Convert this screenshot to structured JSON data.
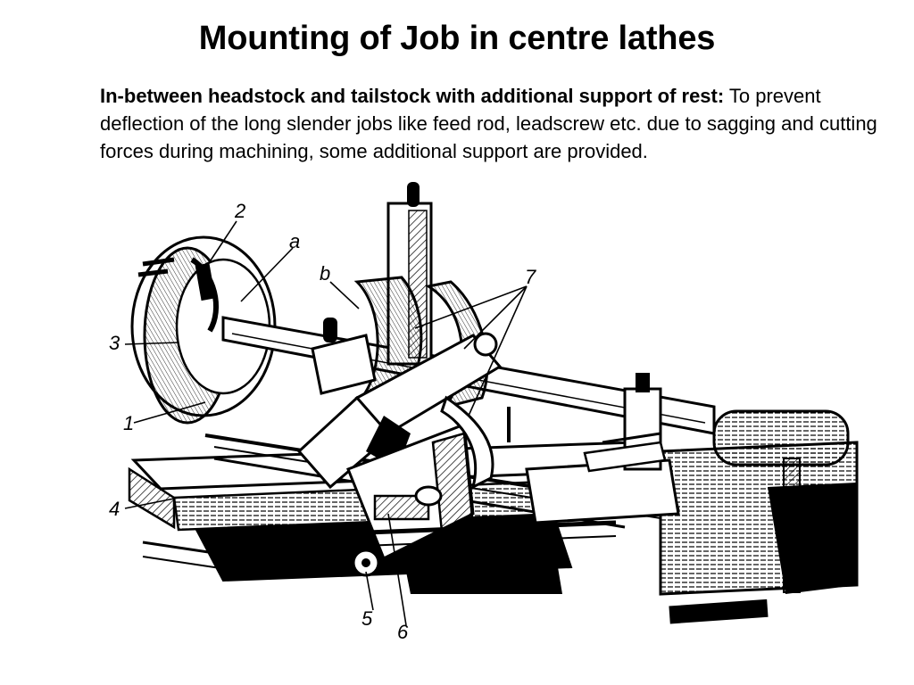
{
  "slide": {
    "title": "Mounting of Job in centre lathes",
    "lead": "In-between headstock and tailstock with additional support of rest:",
    "body": " To prevent deflection of the long slender jobs like feed rod, leadscrew etc. due to sagging and cutting forces during machining, some additional support are provided."
  },
  "figure": {
    "labels": {
      "l1": "1",
      "l2": "2",
      "l3": "3",
      "l4": "4",
      "l5": "5",
      "l6": "6",
      "l7": "7",
      "la": "a",
      "lb": "b"
    },
    "colors": {
      "ink": "#000000",
      "paper": "#ffffff"
    }
  }
}
